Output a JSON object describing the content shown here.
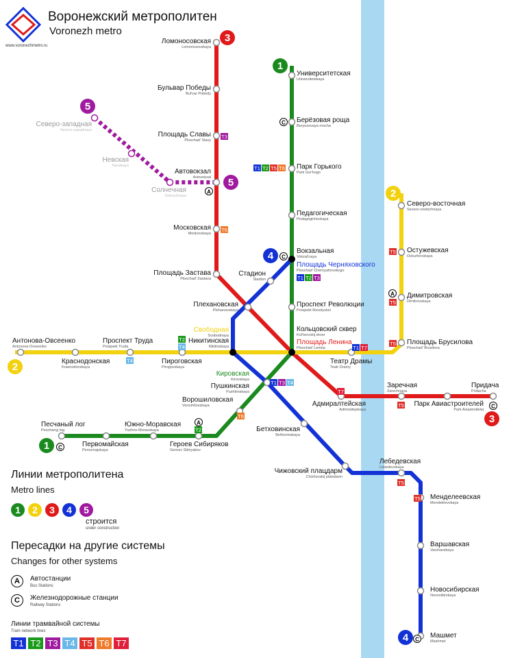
{
  "header": {
    "title": "Воронежский метрополитен",
    "title_en": "Voronezh metro",
    "site": "www.voronezhmetro.ru"
  },
  "colors": {
    "line1": "#1a8a1f",
    "line2": "#f2d10f",
    "line3": "#e01a1a",
    "line4": "#1232d6",
    "line5": "#a01aa0",
    "river": "#a9d9f2",
    "T1": "#1232d6",
    "T2": "#1a9a1a",
    "T3": "#a01aa0",
    "T4": "#6ab8e8",
    "T5": "#e0302a",
    "T6": "#ef7a2a",
    "T7": "#e0203a"
  },
  "lines": [
    {
      "number": "1",
      "color": "line1"
    },
    {
      "number": "2",
      "color": "line2"
    },
    {
      "number": "3",
      "color": "line3"
    },
    {
      "number": "4",
      "color": "line4"
    },
    {
      "number": "5",
      "color": "line5"
    }
  ],
  "stations": [
    {
      "id": "lomonosovskaya",
      "name": "Ломоносовская",
      "name_en": "Lomonosovskaya"
    },
    {
      "id": "bulvar-pobedy",
      "name": "Бульвар Победы",
      "name_en": "Bul'var Pobedy"
    },
    {
      "id": "ploshchad-slavy",
      "name": "Площадь Славы",
      "name_en": "Ploschad' Slavy"
    },
    {
      "id": "avtovokzal",
      "name": "Автовокзал",
      "name_en": "Avtovokzal"
    },
    {
      "id": "moskovskaya",
      "name": "Московская",
      "name_en": "Moskovskaya"
    },
    {
      "id": "ploshchad-zastava",
      "name": "Площадь Застава",
      "name_en": "Ploschad' Zastava"
    },
    {
      "id": "plekhanovskaya",
      "name": "Плехановская",
      "name_en": "Plehanovskaya"
    },
    {
      "id": "stadion",
      "name": "Стадион",
      "name_en": "Stadion"
    },
    {
      "id": "universitetskaya",
      "name": "Университетская",
      "name_en": "Universitetskaya"
    },
    {
      "id": "beryozovaya-roshcha",
      "name": "Берёзовая роща",
      "name_en": "Beryozovaya roscha"
    },
    {
      "id": "park-gorkogo",
      "name": "Парк Горького",
      "name_en": "Park Gor'kogo"
    },
    {
      "id": "pedagogicheskaya",
      "name": "Педагогическая",
      "name_en": "Pedagogicheskaya"
    },
    {
      "id": "vokzalnaya",
      "name": "Вокзальная",
      "name_en": "Vokzal'naya"
    },
    {
      "id": "ploshchad-chernyakhovskogo",
      "name": "Площадь Черняховского",
      "name_en": "Ploschad' Chernyahovskogo"
    },
    {
      "id": "prospekt-revolyutsii",
      "name": "Проспект Революции",
      "name_en": "Prospekt Revolyutsii"
    },
    {
      "id": "koltsovsky-skver",
      "name": "Кольцовский сквер",
      "name_en": "Kol'tsovskij skver"
    },
    {
      "id": "ploshchad-lenina",
      "name": "Площадь Ленина",
      "name_en": "Ploschad' Lenina"
    },
    {
      "id": "teatr-dramy",
      "name": "Театр Драмы",
      "name_en": "Teatr Dramy"
    },
    {
      "id": "severo-vostochnaya",
      "name": "Северо-восточная",
      "name_en": "Severo-vostochnaya"
    },
    {
      "id": "ostuzhevskaya",
      "name": "Остужевская",
      "name_en": "Ostuzhevskaya"
    },
    {
      "id": "dimitrovskaya",
      "name": "Димитровская",
      "name_en": "Dimitrovskaya"
    },
    {
      "id": "ploshchad-brusilova",
      "name": "Площадь Брусилова",
      "name_en": "Ploschad' Brusilova"
    },
    {
      "id": "antonova-ovseenko",
      "name": "Антонова-Овсеенко",
      "name_en": "Antonova-Ovseenko"
    },
    {
      "id": "krasnodonskaya",
      "name": "Краснодонская",
      "name_en": "Krasnodonskaya"
    },
    {
      "id": "prospekt-truda",
      "name": "Проспект Труда",
      "name_en": "Prospekt Truda"
    },
    {
      "id": "pirogovskaya",
      "name": "Пироговская",
      "name_en": "Pirogovskaya"
    },
    {
      "id": "svobodnaya",
      "name": "Свободная",
      "name_en": "Svobodnaya"
    },
    {
      "id": "nikitinskaya",
      "name": "Никитинская",
      "name_en": "Nikitinskaya"
    },
    {
      "id": "kirovskaya",
      "name": "Кировская",
      "name_en": "Kirovskaya"
    },
    {
      "id": "pushkinskaya",
      "name": "Пушкинская",
      "name_en": "Pushkinskaya"
    },
    {
      "id": "voroshilovskaya",
      "name": "Ворошиловская",
      "name_en": "Voroshilovskaya"
    },
    {
      "id": "peschany-log",
      "name": "Песчаный лог",
      "name_en": "Peschanyj log"
    },
    {
      "id": "pervomayskaya",
      "name": "Первомайская",
      "name_en": "Pervomajskaya"
    },
    {
      "id": "yuzhno-moravskaya",
      "name": "Южно-Моравская",
      "name_en": "Yuzhno-Moravskaya"
    },
    {
      "id": "geroev-sibiryakov",
      "name": "Героев Сибиряков",
      "name_en": "Geroev Sibiryakov"
    },
    {
      "id": "admiralteyskaya",
      "name": "Адмиралтейская",
      "name_en": "Admiraltejskaya"
    },
    {
      "id": "zarechnaya",
      "name": "Заречная",
      "name_en": "Zarechnaya"
    },
    {
      "id": "park-aviastroiteley",
      "name": "Парк Авиастроителей",
      "name_en": "Park Aviastroitelej"
    },
    {
      "id": "pridacha",
      "name": "Придача",
      "name_en": "Pridacha"
    },
    {
      "id": "betkhovinskaya",
      "name": "Бетховинская",
      "name_en": "Bethovinskaya"
    },
    {
      "id": "chizhovsky-platsdarm",
      "name": "Чижовский плацдарм",
      "name_en": "Chizhovskij platsdarm"
    },
    {
      "id": "lebedevskaya",
      "name": "Лебедевская",
      "name_en": "Lebedevskaya"
    },
    {
      "id": "mendeleevskaya",
      "name": "Менделеевская",
      "name_en": "Mendeleevskaya"
    },
    {
      "id": "varshavskaya",
      "name": "Варшавская",
      "name_en": "Varshavskaya"
    },
    {
      "id": "novosibirskaya",
      "name": "Новосибирская",
      "name_en": "Novosibirskaya"
    },
    {
      "id": "mashmet",
      "name": "Машмет",
      "name_en": "Mashmet"
    },
    {
      "id": "severo-zapadnaya",
      "name": "Северо-западная",
      "name_en": "Severo-zapadnaya"
    },
    {
      "id": "nevskaya",
      "name": "Невская",
      "name_en": "Nevskaya"
    },
    {
      "id": "solnechnaya",
      "name": "Солнечная",
      "name_en": "Solnechnaya"
    }
  ],
  "tram_tags": [
    {
      "id": "ploshchad-slavy-trams",
      "labels": [
        "T3"
      ]
    },
    {
      "id": "moskovskaya-trams",
      "labels": [
        "T6"
      ]
    },
    {
      "id": "park-gorkogo-trams",
      "labels": [
        "T1",
        "T2",
        "T5",
        "T6"
      ]
    },
    {
      "id": "vokzalnaya-trams",
      "labels": [
        "T1",
        "T2",
        "T3"
      ]
    },
    {
      "id": "ostuzhevskaya-trams",
      "labels": [
        "T5"
      ]
    },
    {
      "id": "dimitrovskaya-trams",
      "labels": [
        "T5"
      ]
    },
    {
      "id": "ploshchad-brusilova-trams",
      "labels": [
        "T5"
      ]
    },
    {
      "id": "teatr-dramy-trams",
      "labels": [
        "T1",
        "T7"
      ]
    },
    {
      "id": "prospekt-truda-trams",
      "labels": [
        "T4"
      ]
    },
    {
      "id": "pirogovskaya-trams",
      "labels": [
        "T2",
        "T4"
      ]
    },
    {
      "id": "pushkinskaya-trams",
      "labels": [
        "T1",
        "T3",
        "T4"
      ]
    },
    {
      "id": "voroshilovskaya-trams",
      "labels": [
        "T6"
      ]
    },
    {
      "id": "geroev-sibiryakov-trams",
      "labels": [
        "T2"
      ]
    },
    {
      "id": "admiralteyskaya-trams",
      "labels": [
        "T7"
      ]
    },
    {
      "id": "zarechnaya-trams",
      "labels": [
        "T5"
      ]
    },
    {
      "id": "lebedevskaya-trams",
      "labels": [
        "T5"
      ]
    },
    {
      "id": "mendeleevskaya-trams",
      "labels": [
        "T5"
      ]
    }
  ],
  "legend": {
    "lines_title": "Линии метрополитена",
    "lines_title_en": "Metro lines",
    "under_construction": "строится",
    "under_construction_en": "under construction",
    "transfers_title": "Пересадки на другие системы",
    "transfers_title_en": "Changes for other systems",
    "bus_symbol": "A",
    "bus": "Автостанции",
    "bus_en": "Bus Stations",
    "rail_symbol": "C",
    "rail": "Железнодорожные станции",
    "rail_en": "Railway Stations",
    "tram_title": "Линии трамвайной системы",
    "tram_title_en": "Tram network lines",
    "tram_lines": [
      "T1",
      "T2",
      "T3",
      "T4",
      "T5",
      "T6",
      "T7"
    ]
  }
}
